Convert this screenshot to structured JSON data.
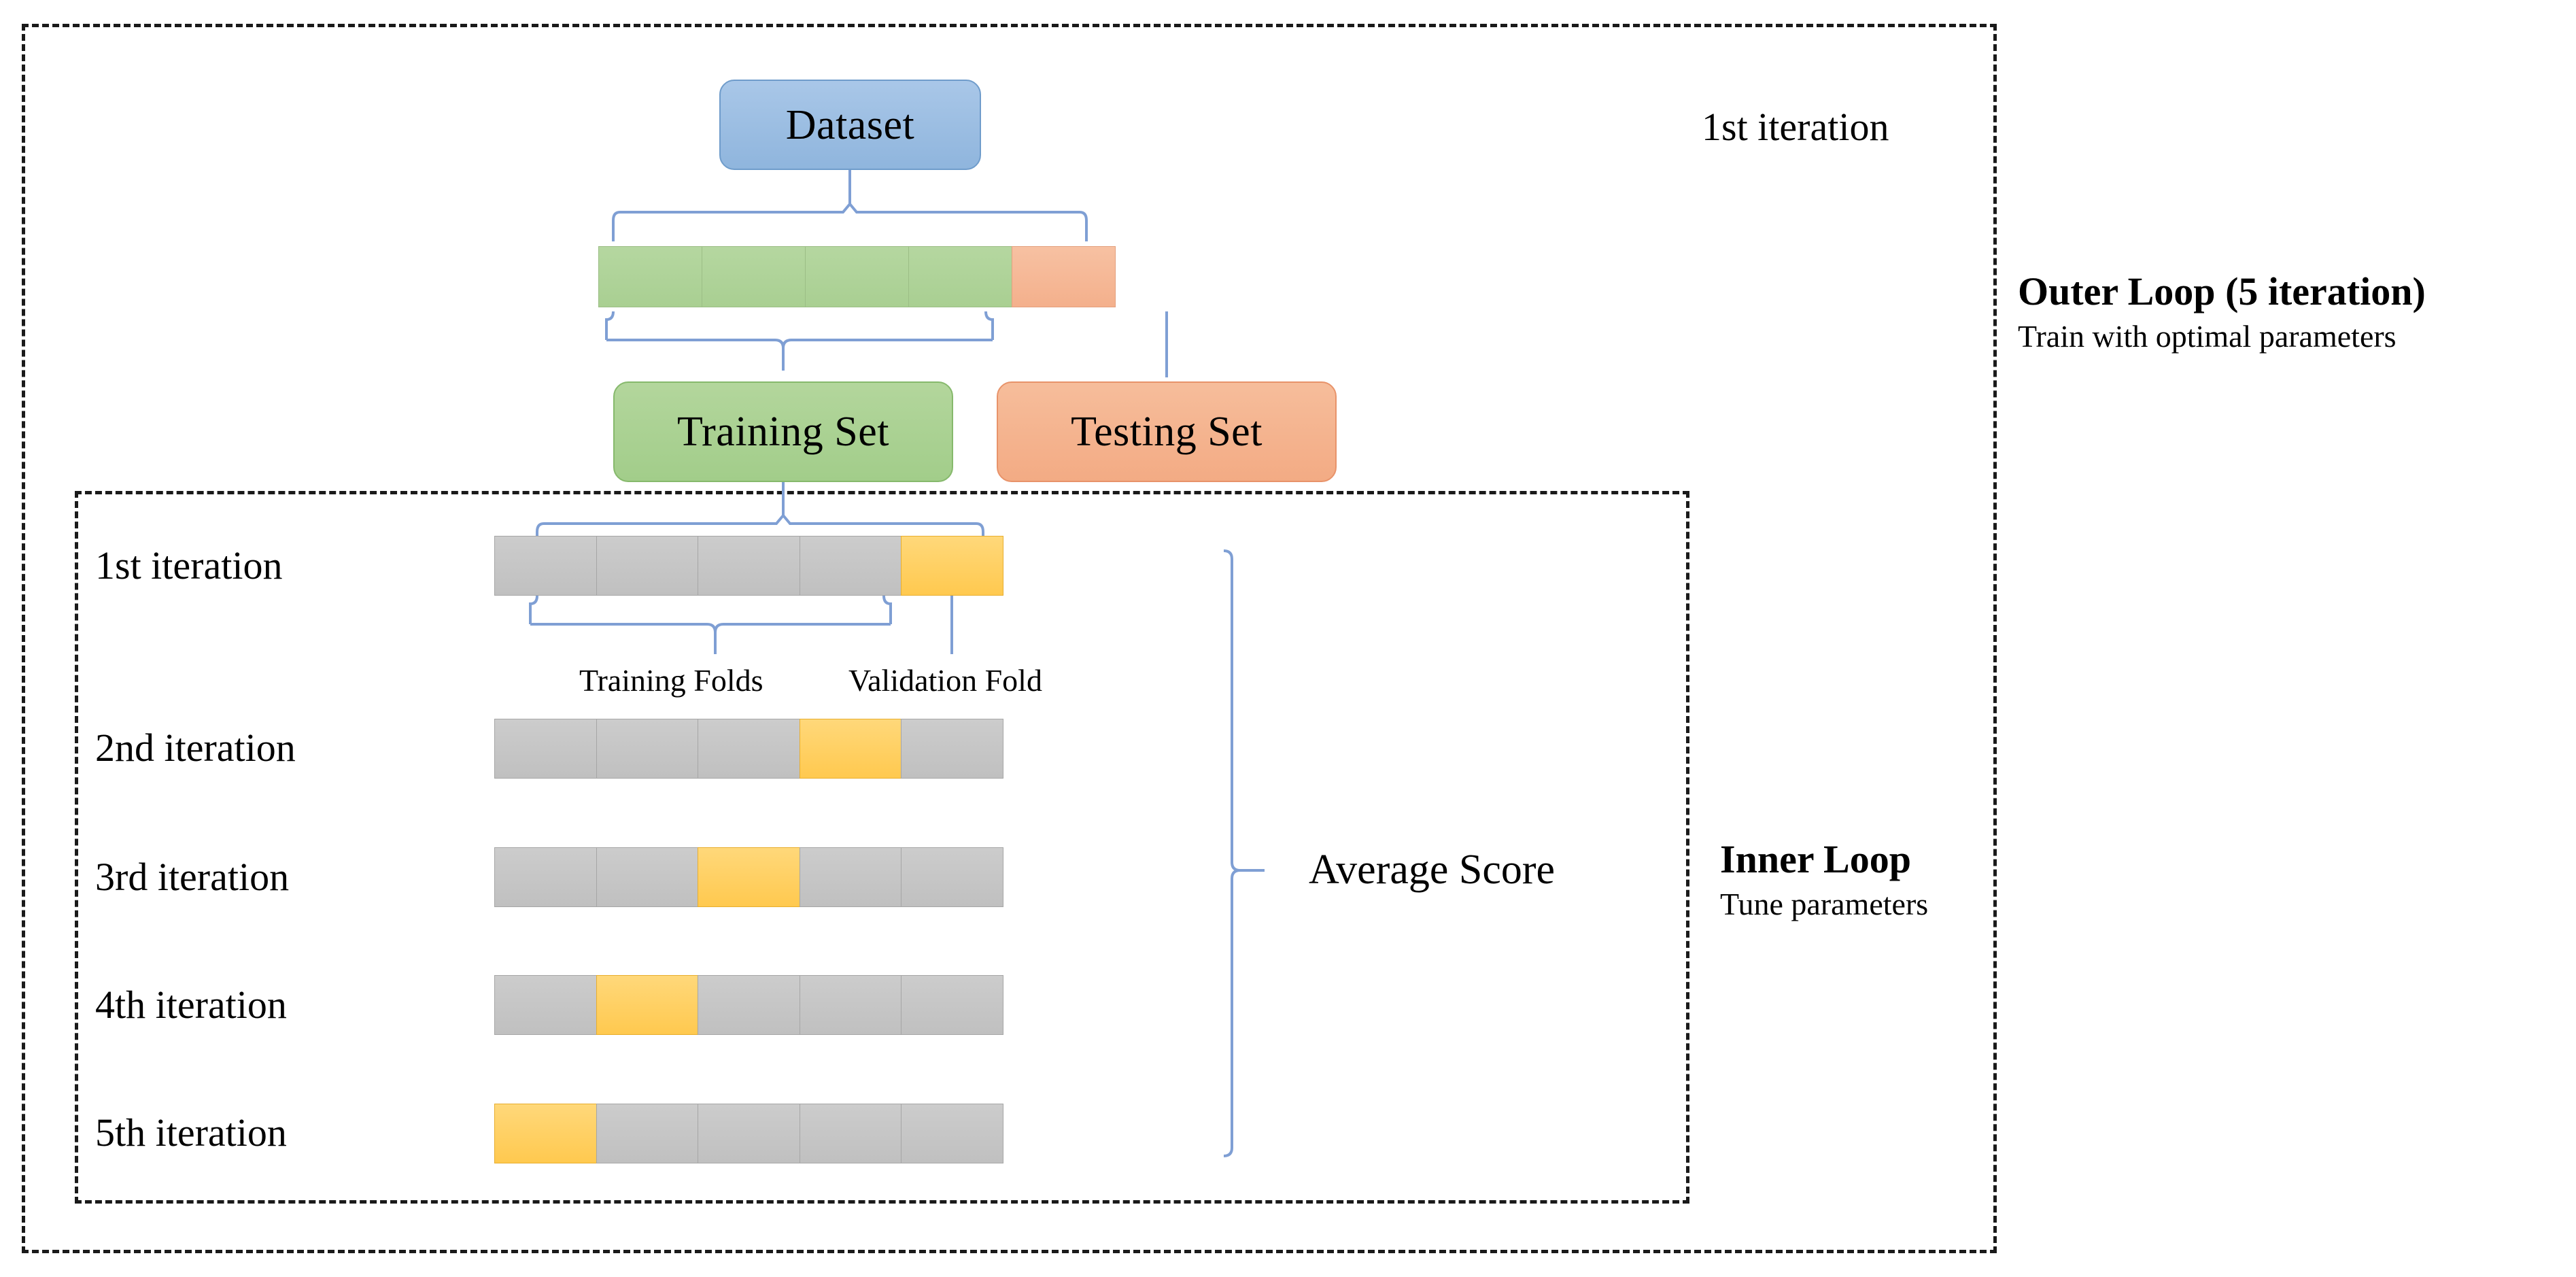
{
  "diagram": {
    "title_concept": "nested-cross-validation",
    "outer_frame": {
      "iteration_label": "1st iteration",
      "side_title": "Outer Loop (5 iteration)",
      "side_subtitle": "Train with optimal parameters"
    },
    "inner_frame": {
      "side_title": "Inner Loop",
      "side_subtitle": "Tune parameters"
    },
    "nodes": {
      "dataset": "Dataset",
      "training_set": "Training Set",
      "testing_set": "Testing Set"
    },
    "dataset_bar": {
      "segments": [
        "green",
        "green",
        "green",
        "green",
        "orange"
      ]
    },
    "brace_labels": {
      "training_folds": "Training Folds",
      "validation_fold": "Validation Fold",
      "average_score": "Average Score"
    },
    "iterations": [
      {
        "label": "1st iteration",
        "validation_index": 4,
        "segments": [
          "gray",
          "gray",
          "gray",
          "gray",
          "yellow"
        ]
      },
      {
        "label": "2nd iteration",
        "validation_index": 3,
        "segments": [
          "gray",
          "gray",
          "gray",
          "yellow",
          "gray"
        ]
      },
      {
        "label": "3rd iteration",
        "validation_index": 2,
        "segments": [
          "gray",
          "gray",
          "yellow",
          "gray",
          "gray"
        ]
      },
      {
        "label": "4th iteration",
        "validation_index": 1,
        "segments": [
          "gray",
          "yellow",
          "gray",
          "gray",
          "gray"
        ]
      },
      {
        "label": "5th iteration",
        "validation_index": 0,
        "segments": [
          "yellow",
          "gray",
          "gray",
          "gray",
          "gray"
        ]
      }
    ],
    "colors": {
      "dataset_blue": "#9cbfe3",
      "train_green": "#aed492",
      "test_orange": "#f5b392",
      "fold_gray": "#c6c6c6",
      "validation_yellow": "#ffcf5c",
      "connector_blue": "#7f9fd4",
      "frame_black": "#1a1a1a"
    }
  }
}
